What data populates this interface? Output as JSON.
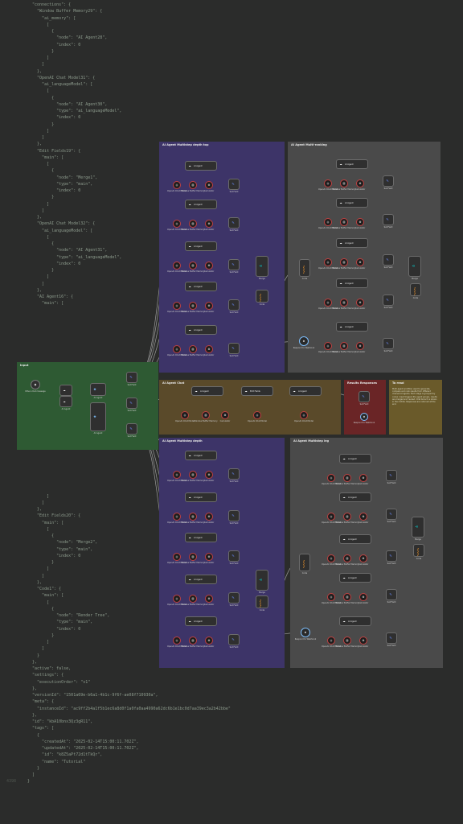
{
  "editor": {
    "code_lines": [
      {
        "n": "",
        "t": "  \"connections\": {"
      },
      {
        "n": "",
        "t": "    \"Window Buffer Memory29\": {"
      },
      {
        "n": "",
        "t": "      \"ai_memory\": ["
      },
      {
        "n": "",
        "t": "        ["
      },
      {
        "n": "",
        "t": "          {"
      },
      {
        "n": "",
        "t": "            \"node\": \"AI Agent28\","
      },
      {
        "n": "",
        "t": "            \"index\": 0"
      },
      {
        "n": "",
        "t": "          }"
      },
      {
        "n": "",
        "t": "        ]"
      },
      {
        "n": "",
        "t": "      ]"
      },
      {
        "n": "",
        "t": "    },"
      },
      {
        "n": "",
        "t": "    \"OpenAI Chat Model31\": {"
      },
      {
        "n": "",
        "t": "      \"ai_languageModel\": ["
      },
      {
        "n": "",
        "t": "        ["
      },
      {
        "n": "",
        "t": "          {"
      },
      {
        "n": "",
        "t": "            \"node\": \"AI Agent30\","
      },
      {
        "n": "",
        "t": "            \"type\": \"ai_languageModel\","
      },
      {
        "n": "",
        "t": "            \"index\": 0"
      },
      {
        "n": "",
        "t": "          }"
      },
      {
        "n": "",
        "t": "        ]"
      },
      {
        "n": "",
        "t": "      ]"
      },
      {
        "n": "",
        "t": "    },"
      },
      {
        "n": "",
        "t": "    \"Edit Fields19\": {"
      },
      {
        "n": "",
        "t": "      \"main\": ["
      },
      {
        "n": "",
        "t": "        ["
      },
      {
        "n": "",
        "t": "          {"
      },
      {
        "n": "",
        "t": "            \"node\": \"Merge1\","
      },
      {
        "n": "",
        "t": "            \"type\": \"main\","
      },
      {
        "n": "",
        "t": "            \"index\": 0"
      },
      {
        "n": "",
        "t": "          }"
      },
      {
        "n": "",
        "t": "        ]"
      },
      {
        "n": "",
        "t": "      ]"
      },
      {
        "n": "",
        "t": "    },"
      },
      {
        "n": "",
        "t": "    \"OpenAI Chat Model32\": {"
      },
      {
        "n": "",
        "t": "      \"ai_languageModel\": ["
      },
      {
        "n": "",
        "t": "        ["
      },
      {
        "n": "",
        "t": "          {"
      },
      {
        "n": "",
        "t": "            \"node\": \"AI Agent31\","
      },
      {
        "n": "",
        "t": "            \"type\": \"ai_languageModel\","
      },
      {
        "n": "",
        "t": "            \"index\": 0"
      },
      {
        "n": "",
        "t": "          }"
      },
      {
        "n": "",
        "t": "        ]"
      },
      {
        "n": "",
        "t": "      ]"
      },
      {
        "n": "",
        "t": "    },"
      },
      {
        "n": "",
        "t": "    \"AI Agent16\": {"
      },
      {
        "n": "",
        "t": "      \"main\": ["
      },
      {
        "n": "",
        "t": ""
      },
      {
        "n": "",
        "t": ""
      },
      {
        "n": "",
        "t": ""
      },
      {
        "n": "",
        "t": ""
      },
      {
        "n": "",
        "t": ""
      },
      {
        "n": "",
        "t": ""
      },
      {
        "n": "",
        "t": ""
      },
      {
        "n": "",
        "t": ""
      },
      {
        "n": "",
        "t": ""
      },
      {
        "n": "",
        "t": ""
      },
      {
        "n": "",
        "t": ""
      },
      {
        "n": "",
        "t": ""
      },
      {
        "n": "",
        "t": ""
      },
      {
        "n": "",
        "t": ""
      },
      {
        "n": "",
        "t": ""
      },
      {
        "n": "",
        "t": ""
      },
      {
        "n": "",
        "t": ""
      },
      {
        "n": "",
        "t": ""
      },
      {
        "n": "",
        "t": ""
      },
      {
        "n": "",
        "t": ""
      },
      {
        "n": "",
        "t": ""
      },
      {
        "n": "",
        "t": ""
      },
      {
        "n": "",
        "t": ""
      },
      {
        "n": "",
        "t": ""
      },
      {
        "n": "",
        "t": ""
      },
      {
        "n": "",
        "t": ""
      },
      {
        "n": "",
        "t": ""
      },
      {
        "n": "",
        "t": ""
      },
      {
        "n": "",
        "t": "        ]"
      },
      {
        "n": "",
        "t": "      ]"
      },
      {
        "n": "",
        "t": "    },"
      },
      {
        "n": "",
        "t": "    \"Edit Fields20\": {"
      },
      {
        "n": "",
        "t": "      \"main\": ["
      },
      {
        "n": "",
        "t": "        ["
      },
      {
        "n": "",
        "t": "          {"
      },
      {
        "n": "",
        "t": "            \"node\": \"Merge2\","
      },
      {
        "n": "",
        "t": "            \"type\": \"main\","
      },
      {
        "n": "",
        "t": "            \"index\": 0"
      },
      {
        "n": "",
        "t": "          }"
      },
      {
        "n": "",
        "t": "        ]"
      },
      {
        "n": "",
        "t": "      ]"
      },
      {
        "n": "",
        "t": "    },"
      },
      {
        "n": "",
        "t": "    \"Code1\": {"
      },
      {
        "n": "",
        "t": "      \"main\": ["
      },
      {
        "n": "",
        "t": "        ["
      },
      {
        "n": "",
        "t": "          {"
      },
      {
        "n": "",
        "t": "            \"node\": \"Render Tree\","
      },
      {
        "n": "",
        "t": "            \"type\": \"main\","
      },
      {
        "n": "",
        "t": "            \"index\": 0"
      },
      {
        "n": "",
        "t": "          }"
      },
      {
        "n": "",
        "t": "        ]"
      },
      {
        "n": "",
        "t": "      ]"
      },
      {
        "n": "",
        "t": "    }"
      },
      {
        "n": "",
        "t": "  },"
      },
      {
        "n": "",
        "t": "  \"active\": false,"
      },
      {
        "n": "",
        "t": "  \"settings\": {"
      },
      {
        "n": "",
        "t": "    \"executionOrder\": \"v1\""
      },
      {
        "n": "",
        "t": "  },"
      },
      {
        "n": "",
        "t": "  \"versionId\": \"1501a69e-b6a1-4b1c-9f6f-ae08f710930a\","
      },
      {
        "n": "",
        "t": "  \"meta\": {"
      },
      {
        "n": "",
        "t": "    \"instanceId\": \"ac9ff2b4a1f5b1ec6a8d0f1a0fa0aa4990a62dc6b1e1bc0d7aa39ec3a2b42bbe\""
      },
      {
        "n": "",
        "t": "  },"
      },
      {
        "n": "",
        "t": "  \"id\": \"kbA10bnx3Qz3gR11\","
      },
      {
        "n": "",
        "t": "  \"tags\": ["
      },
      {
        "n": "",
        "t": "    {"
      },
      {
        "n": "",
        "t": "      \"createdAt\": \"2025-02-14T15:00:11.702Z\","
      },
      {
        "n": "",
        "t": "      \"updatedAt\": \"2025-02-14T15:00:11.702Z\","
      },
      {
        "n": "",
        "t": "      \"id\": \"k8Z5aPt72d1tTkQr\","
      },
      {
        "n": "",
        "t": "      \"name\": \"Tutorial\""
      },
      {
        "n": "",
        "t": "    }"
      },
      {
        "n": "",
        "t": "  ]"
      },
      {
        "n": "4398",
        "t": "}"
      }
    ]
  },
  "canvas": {
    "groups": {
      "input": {
        "title": "Input"
      },
      "ws_bot": {
        "title": "AI Agent Multistep depth top"
      },
      "ws_top": {
        "title": "AI Agent Multi-ranking"
      },
      "chat": {
        "title": "AI Agent Chat"
      },
      "response": {
        "title": "Results Responses"
      },
      "readme": {
        "title": "To read",
        "body": "Multi-agent workflow used to generate, compare and rank results from different chained AI agents. Each stage is grouped by colour. Input triggers the agent groups, results are merged and ranked. Chat branch is shown in the middle. Responses are returned at the end."
      },
      "ws_left": {
        "title": "AI Agent Multistep depth"
      },
      "ws_right": {
        "title": "AI Agent Multistep leg"
      }
    },
    "labels": {
      "chat_trigger": "When chat message",
      "chat_agent": "AI Agent",
      "chat_edit": "Edit Fields",
      "set_node": "Set Field",
      "agent": "AI Agent",
      "model": "OpenAI Chat Model",
      "memory": "Window Buffer Memory",
      "tool": "Calculator",
      "merge": "Merge",
      "code": "Code",
      "respond": "Respond to Webhook"
    },
    "colors": {
      "input_group": "#2e5a33",
      "purple_group": "#3d3468",
      "gray_group": "#4a4a4a",
      "chat_group": "#5a4a2a",
      "response_group": "#6a2526",
      "readme_group": "#6a5a2a"
    }
  }
}
